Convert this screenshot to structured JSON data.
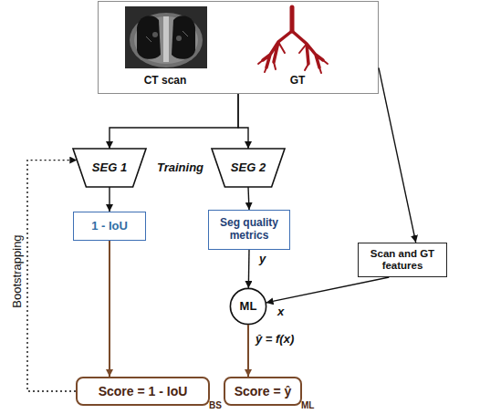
{
  "diagram": {
    "nodes": [
      {
        "text": [
          "CT scan",
          "GT"
        ]
      },
      {
        "text": [
          "SEG 1"
        ]
      },
      {
        "text": [
          "SEG 2"
        ]
      },
      {
        "text": [
          "1 - IoU"
        ]
      },
      {
        "text": [
          "Seg quality metrics"
        ]
      },
      {
        "text": [
          "Scan and GT features"
        ]
      },
      {
        "text": [
          "ML"
        ]
      },
      {
        "text": [
          "Score = 1 - IoU",
          "BS"
        ]
      },
      {
        "text": [
          "Score = ŷ",
          "ML"
        ]
      }
    ],
    "edges": [
      {
        "from": 0,
        "to": 1,
        "arrow": "to"
      },
      {
        "from": 0,
        "to": 2,
        "arrow": "to"
      },
      {
        "from": 0,
        "to": 5,
        "arrow": "to"
      },
      {
        "from": 1,
        "to": 3,
        "arrow": "to"
      },
      {
        "from": 2,
        "to": 4,
        "arrow": "to"
      },
      {
        "from": 3,
        "to": 7,
        "arrow": "to"
      },
      {
        "from": 4,
        "to": 6,
        "label": "y",
        "arrow": "to"
      },
      {
        "from": 5,
        "to": 6,
        "label": "x",
        "arrow": "to"
      },
      {
        "from": 6,
        "to": 8,
        "label": "ŷ = f(x)",
        "arrow": "to"
      },
      {
        "from": 7,
        "to": 1,
        "arrow": "to"
      }
    ],
    "labels": [
      "Training",
      "Bootstrapping"
    ]
  }
}
